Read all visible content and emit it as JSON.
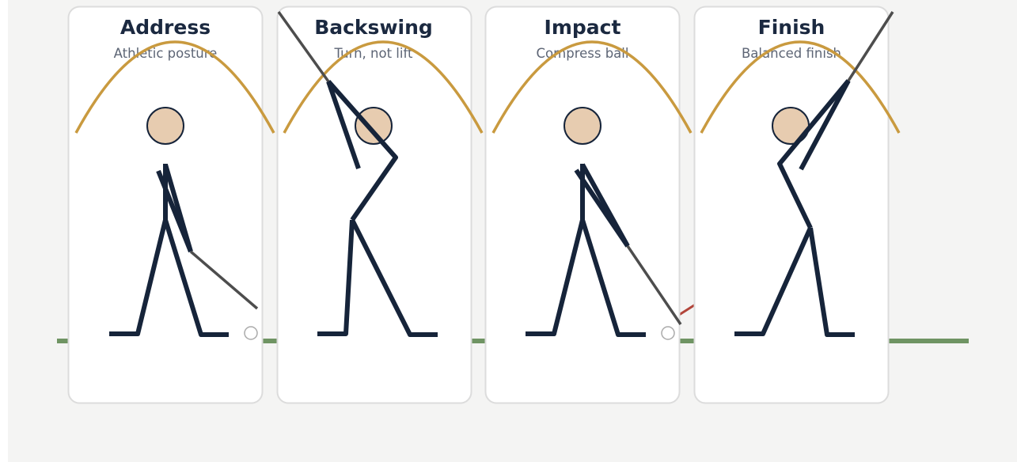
{
  "colors": {
    "background": "#f4f4f3",
    "card": "#ffffff",
    "card_border": "#dcdcdc",
    "ground": "#6f9463",
    "arc": "#c99a3f",
    "figure": "#16243a",
    "head": "#e7ccb0",
    "club": "#4d4d4d",
    "path": "#b2453a",
    "ball": "#ffffff"
  },
  "cards": [
    {
      "title": "Address",
      "subtitle": "Athletic posture"
    },
    {
      "title": "Backswing",
      "subtitle": "Turn, not lift"
    },
    {
      "title": "Impact",
      "subtitle": "Compress ball"
    },
    {
      "title": "Finish",
      "subtitle": "Balanced finish"
    }
  ]
}
